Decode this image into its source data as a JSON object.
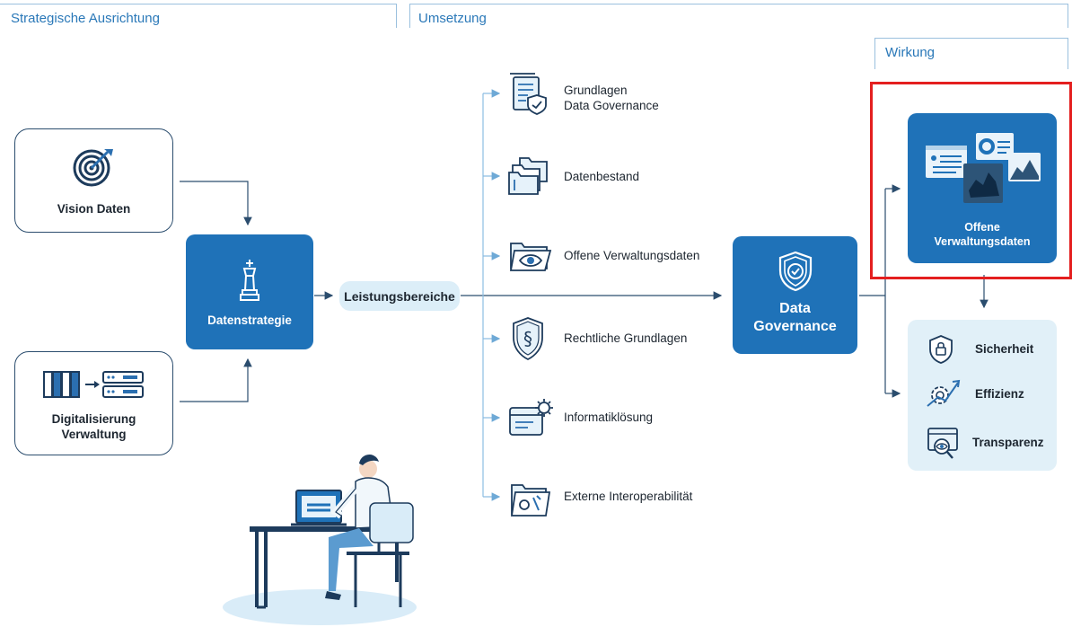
{
  "sections": {
    "strategy": "Strategische Ausrichtung",
    "implementation": "Umsetzung",
    "impact": "Wirkung"
  },
  "inputs": {
    "vision": "Vision Daten",
    "digital_line1": "Digitalisierung",
    "digital_line2": "Verwaltung"
  },
  "strategy_box": {
    "label": "Datenstrategie"
  },
  "services_pill": {
    "label": "Leistungsbereiche"
  },
  "service_items": [
    {
      "line1": "Grundlagen",
      "line2": "Data Governance",
      "icon": "document-shield-icon"
    },
    {
      "line1": "Datenbestand",
      "line2": "",
      "icon": "folders-icon"
    },
    {
      "line1": "Offene Verwaltungsdaten",
      "line2": "",
      "icon": "folder-eye-icon"
    },
    {
      "line1": "Rechtliche Grundlagen",
      "line2": "",
      "icon": "paragraph-shield-icon"
    },
    {
      "line1": "Informatiklösung",
      "line2": "",
      "icon": "window-gear-icon"
    },
    {
      "line1": "Externe Interoperabilität",
      "line2": "",
      "icon": "folder-tools-icon"
    }
  ],
  "governance_box": {
    "line1": "Data",
    "line2": "Governance"
  },
  "open_data_box": {
    "line1": "Offene",
    "line2": "Verwaltungsdaten"
  },
  "impact_items": [
    {
      "label": "Sicherheit",
      "icon": "lock-shield-icon"
    },
    {
      "label": "Effizienz",
      "icon": "gear-arrow-icon"
    },
    {
      "label": "Transparenz",
      "icon": "monitor-eye-icon"
    }
  ],
  "colors": {
    "accent_blue": "#1f72b8",
    "light_blue": "#dceef8",
    "line_blue": "#5b9bd0",
    "highlight_red": "#e41f1f"
  }
}
